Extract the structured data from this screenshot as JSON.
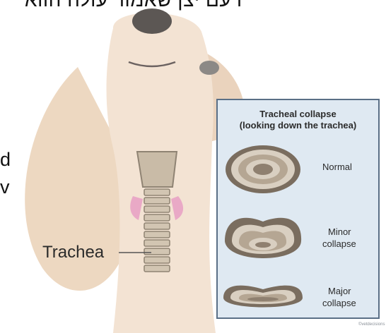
{
  "panel": {
    "title_line1": "Tracheal collapse",
    "title_line2": "(looking down the trachea)",
    "normal_label": "Normal",
    "minor_label_1": "Minor",
    "minor_label_2": "collapse",
    "major_label_1": "Major",
    "major_label_2": "collapse"
  },
  "trachea_label": "Trachea",
  "credit": "©vetdecisions",
  "cropped_text": {
    "top": "דעם יצן שאמור עולה הווא",
    "left_line1": "d",
    "left_line2": "v"
  },
  "colors": {
    "panel_bg": "#dfe9f2",
    "panel_border": "#5a6f86",
    "dog_fur": "#f3e3d3",
    "trachea": "#c9bba7",
    "thyroid": "#e9a9c6"
  }
}
